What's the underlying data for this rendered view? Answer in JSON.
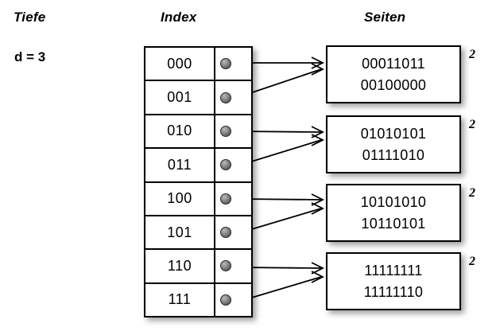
{
  "diagram": {
    "title_columns": {
      "depth": "Tiefe",
      "index": "Index",
      "pages": "Seiten"
    },
    "global_depth_label": "d = 3",
    "index": {
      "entries": [
        {
          "key": "000",
          "pointer_icon": "gray-sphere-pointer",
          "target_page": 0
        },
        {
          "key": "001",
          "pointer_icon": "gray-sphere-pointer",
          "target_page": 0
        },
        {
          "key": "010",
          "pointer_icon": "gray-sphere-pointer",
          "target_page": 1
        },
        {
          "key": "011",
          "pointer_icon": "gray-sphere-pointer",
          "target_page": 1
        },
        {
          "key": "100",
          "pointer_icon": "gray-sphere-pointer",
          "target_page": 2
        },
        {
          "key": "101",
          "pointer_icon": "gray-sphere-pointer",
          "target_page": 2
        },
        {
          "key": "110",
          "pointer_icon": "gray-sphere-pointer",
          "target_page": 3
        },
        {
          "key": "111",
          "pointer_icon": "gray-sphere-pointer",
          "target_page": 3
        }
      ]
    },
    "pages": [
      {
        "lines": [
          "00011011",
          "00100000"
        ],
        "local_depth": "2"
      },
      {
        "lines": [
          "01010101",
          "01111010"
        ],
        "local_depth": "2"
      },
      {
        "lines": [
          "10101010",
          "10110101"
        ],
        "local_depth": "2"
      },
      {
        "lines": [
          "11111111",
          "11111110"
        ],
        "local_depth": "2"
      }
    ],
    "colors": {
      "background": "#ffffff",
      "stroke": "#000000",
      "pointer_dot": "#7d7d7d",
      "shadow": "rgba(0,0,0,0.38)"
    }
  }
}
